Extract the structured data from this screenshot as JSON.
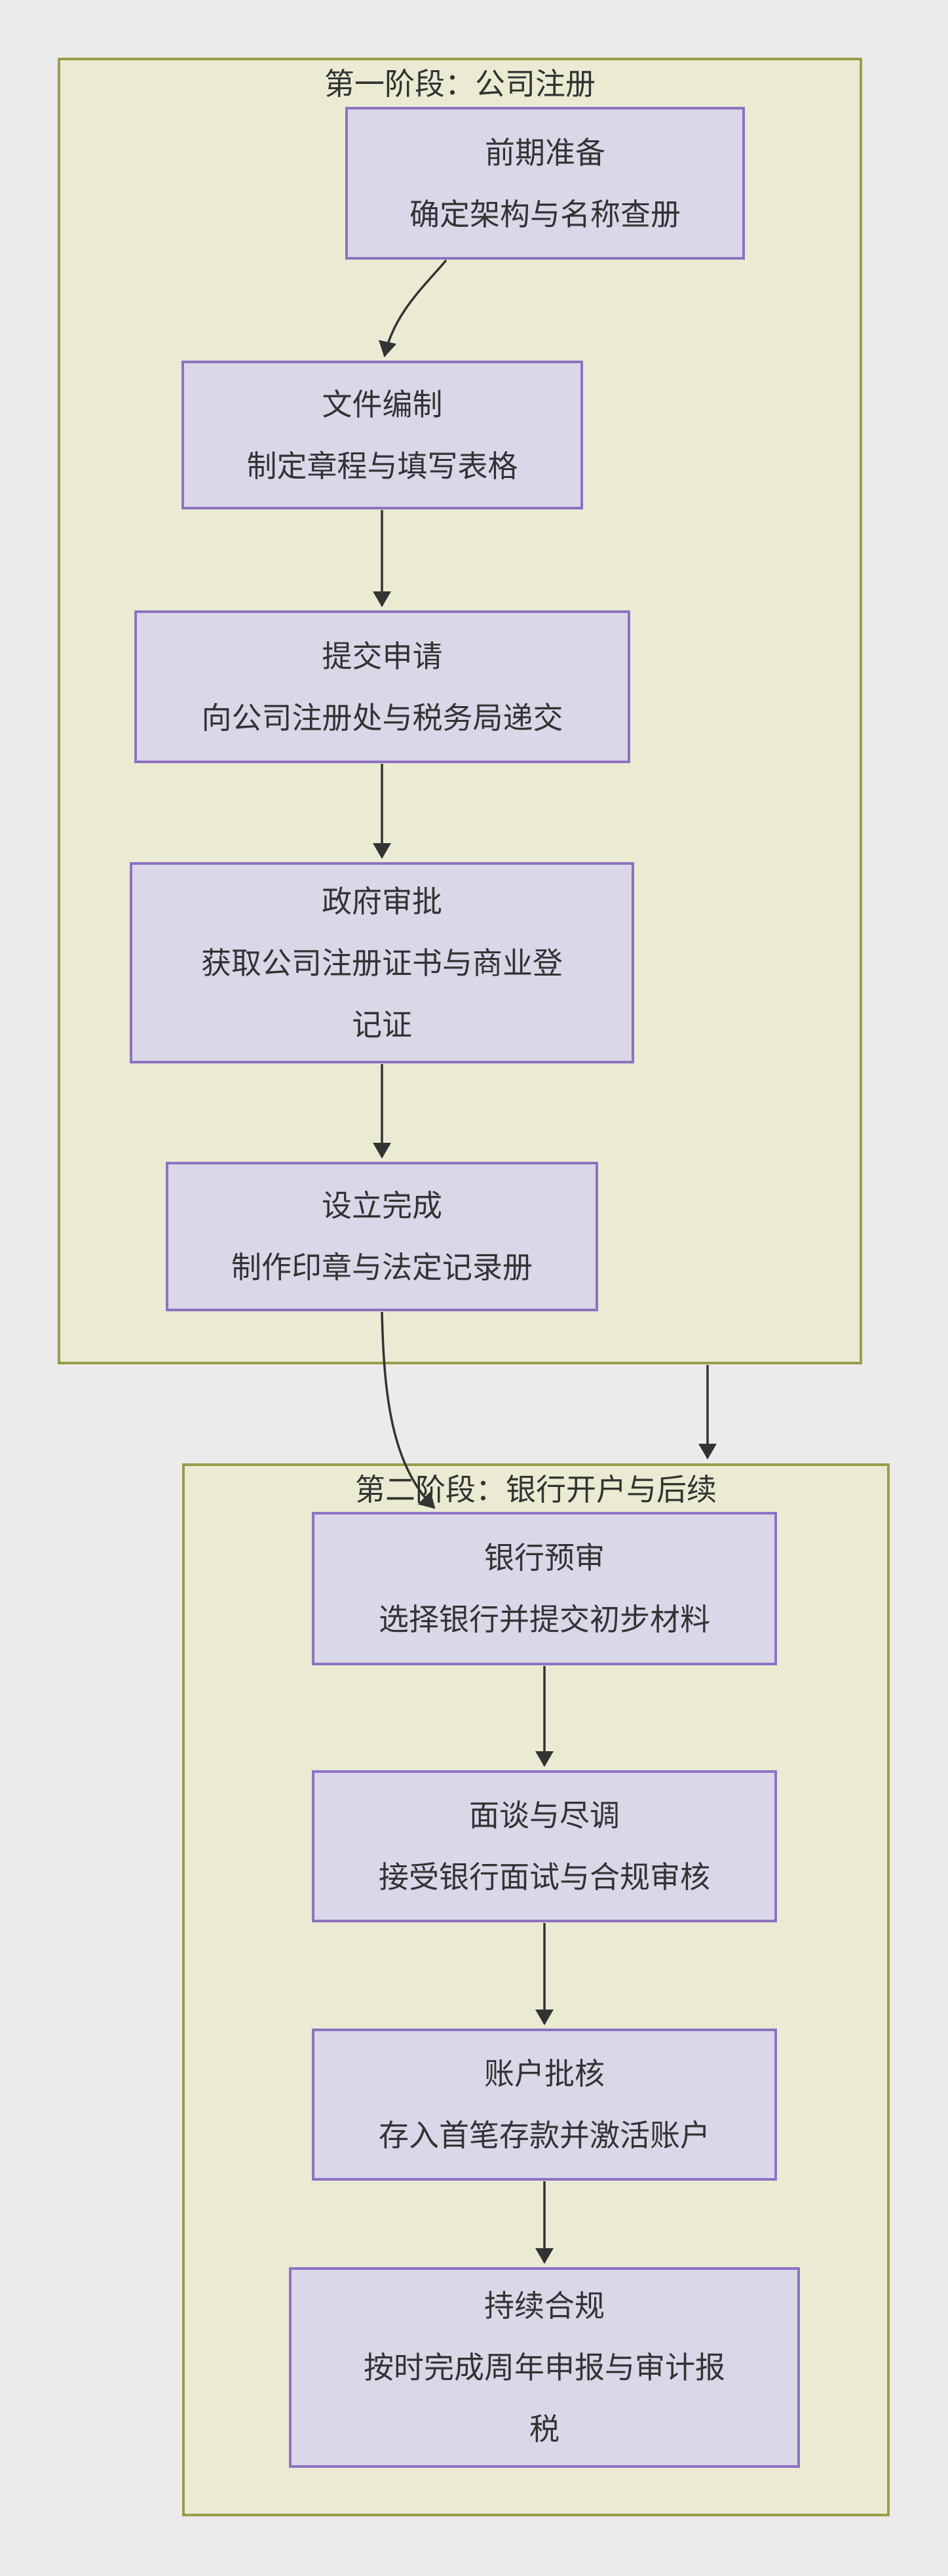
{
  "diagram": {
    "type": "flowchart",
    "direction": "top-down",
    "clusters": [
      {
        "id": "phase1",
        "title": "第一阶段：公司注册"
      },
      {
        "id": "phase2",
        "title": "第二阶段：银行开户与后续"
      }
    ],
    "nodes": [
      {
        "id": "prep",
        "cluster": "phase1",
        "lines": [
          "前期准备",
          "确定架构与名称查册"
        ]
      },
      {
        "id": "docs",
        "cluster": "phase1",
        "lines": [
          "文件编制",
          "制定章程与填写表格"
        ]
      },
      {
        "id": "submit",
        "cluster": "phase1",
        "lines": [
          "提交申请",
          "向公司注册处与税务局递交"
        ]
      },
      {
        "id": "approval",
        "cluster": "phase1",
        "lines": [
          "政府审批",
          "获取公司注册证书与商业登",
          "记证"
        ]
      },
      {
        "id": "setup-done",
        "cluster": "phase1",
        "lines": [
          "设立完成",
          "制作印章与法定记录册"
        ]
      },
      {
        "id": "bank-prescreen",
        "cluster": "phase2",
        "lines": [
          "银行预审",
          "选择银行并提交初步材料"
        ]
      },
      {
        "id": "interview",
        "cluster": "phase2",
        "lines": [
          "面谈与尽调",
          "接受银行面试与合规审核"
        ]
      },
      {
        "id": "account-approval",
        "cluster": "phase2",
        "lines": [
          "账户批核",
          "存入首笔存款并激活账户"
        ]
      },
      {
        "id": "ongoing-compliance",
        "cluster": "phase2",
        "lines": [
          "持续合规",
          "按时完成周年申报与审计报",
          "税"
        ]
      }
    ],
    "edges": [
      {
        "from": "prep",
        "to": "docs"
      },
      {
        "from": "docs",
        "to": "submit"
      },
      {
        "from": "submit",
        "to": "approval"
      },
      {
        "from": "approval",
        "to": "setup-done"
      },
      {
        "from": "setup-done",
        "to": "bank-prescreen"
      },
      {
        "from": "phase1",
        "to": "phase2"
      },
      {
        "from": "bank-prescreen",
        "to": "interview"
      },
      {
        "from": "interview",
        "to": "account-approval"
      },
      {
        "from": "account-approval",
        "to": "ongoing-compliance"
      }
    ],
    "colors": {
      "page_bg": "#ebebeb",
      "cluster_fill": "#eaebd2",
      "cluster_border": "#9b9c49",
      "node_fill": "#dad7e9",
      "node_border": "#8e72c3",
      "text": "#333333",
      "edge": "#333333"
    }
  }
}
